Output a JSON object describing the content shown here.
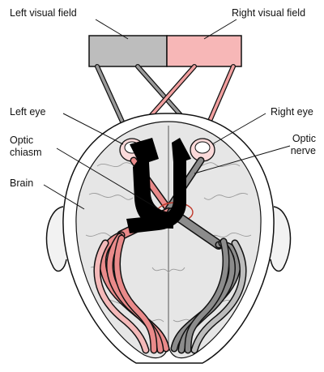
{
  "labels": {
    "left_visual_field": "Left visual field",
    "right_visual_field": "Right visual field",
    "left_eye": "Left eye",
    "right_eye": "Right eye",
    "optic_chiasm_line1": "Optic",
    "optic_chiasm_line2": "chiasm",
    "optic_nerve_line1": "Optic",
    "optic_nerve_line2": "nerve",
    "brain": "Brain"
  },
  "colors": {
    "left_field": "#bdbdbd",
    "right_field": "#f7b7b7",
    "left_pathway": "#8c8c8c",
    "right_pathway": "#e98a8a",
    "brain_fill": "#e6e6e6",
    "outline": "#111111",
    "lesion": "#000000"
  },
  "lesion_glyph": "ayin-shaped black lesion marks over the optic pathway"
}
